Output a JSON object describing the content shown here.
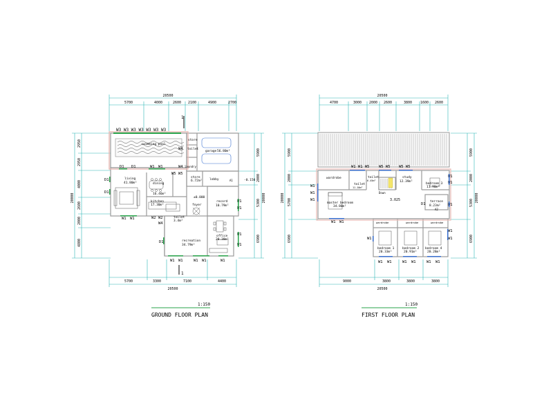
{
  "colors": {
    "dim": "#2bb6b6",
    "wall": "#9a9a9a",
    "fill": "#f4f4f4",
    "green": "#27a34a",
    "blue": "#3a70d0",
    "text": "#000000",
    "brick": "#e8b9b3"
  },
  "ground": {
    "title": "GROUND FLOOR PLAN",
    "scale": "1:150",
    "dims_top_total": "20500",
    "dims_top": [
      "5700",
      "4000",
      "2600",
      "2100",
      "4900",
      "2700"
    ],
    "dims_bottom": [
      "5700",
      "3300",
      "7100",
      "4400"
    ],
    "dims_bottom_total": "20500",
    "dims_left": [
      "2950",
      "2950",
      "4000",
      "2600",
      "2000",
      "4800"
    ],
    "dims_left_total": "20000",
    "dims_right": [
      "5900",
      "2000",
      "5300",
      "6900"
    ],
    "dims_right_total": "20000",
    "section_mark": "1",
    "windows_top": "W3 W3 W3 W3 W3 W3 W3",
    "swimming_pool": "swimming pool",
    "rooms": {
      "store_top": "store",
      "toilet": "toilet",
      "garage": "garage",
      "garage_area": "56.80m²",
      "living": "living",
      "living_area": "41.80m²",
      "dining": "dining",
      "dining_area": "16.46m²",
      "store_mid": "store",
      "store_mid_area": "6.72m²",
      "lobby": "lobby",
      "kitchen": "kitchen",
      "kitchen_area": "17.30m²",
      "foyer": "foyer",
      "record": "record",
      "record_area": "10.79m²",
      "toilet_small": "toilet",
      "toilet_small_area": "3.4m²",
      "office": "office",
      "office_area": "20.38m²",
      "recreation": "recreation",
      "recreation_area": "34.79m²"
    },
    "labels": {
      "w4_a": "W4",
      "w4_b": "W4",
      "w4_c": "W4",
      "laundry": "laundry",
      "w5w5": "W5 W5",
      "d1_a": "D1",
      "d1_b": "D1",
      "w1_a": "W1",
      "w1_b": "W1",
      "d1_left1": "D1",
      "d1_left2": "D1",
      "w1_bl1": "W1",
      "w1_bl2": "W1",
      "w2_a": "W2",
      "w2_b": "W2",
      "w1_r1": "W1",
      "w1_r2": "W1",
      "w1_r3": "W1",
      "w1_r4": "W1",
      "d1_rec": "D1",
      "w1_bot1": "W1",
      "w1_bot2": "W1",
      "w1_bot3": "W1",
      "w1_bot4": "W1",
      "w1_bot5": "W1",
      "level_0": "±0.000",
      "level_m015": "-0.150",
      "a1": "A1"
    }
  },
  "first": {
    "title": "FIRST FLOOR PLAN",
    "scale": "1:150",
    "dims_top_total": "20500",
    "dims_top": [
      "4700",
      "3000",
      "2000",
      "2600",
      "3800",
      "1600",
      "2600"
    ],
    "dims_bottom": [
      "9000",
      "3800",
      "3800",
      "3800"
    ],
    "dims_bottom_total": "20500",
    "dims_left": [
      "5900",
      "2000",
      "5700",
      "6900"
    ],
    "dims_left_total": "20000",
    "dims_right": [
      "5900",
      "2000",
      "5300",
      "6900"
    ],
    "dims_right_total": "20000",
    "rooms": {
      "wardrobe": "wardrobe",
      "toilet": "toilet",
      "toilet_area": "11.10m²",
      "toilet2": "toilet",
      "toilet2_area": "6.45m²",
      "study": "study",
      "study_area": "12.39m²",
      "bedroom3": "bedroom 3",
      "bedroom3_area": "11.90m²",
      "master": "master bedroom",
      "master_area": "34.80m²",
      "terrace": "terrace",
      "terrace_area": "8.23m²",
      "wardrobe_a": "wardrobe",
      "wardrobe_b": "wardrobe",
      "wardrobe_c": "wardrobe",
      "bedroom1": "bedroom 1",
      "bedroom1_area": "20.33m²",
      "bedroom2": "bedroom 2",
      "bedroom2_area": "20.91m²",
      "bedroom4": "bedroom 4",
      "bedroom4_area": "20.28m²"
    },
    "labels": {
      "windows_row1": "W1 W1 W5",
      "windows_row2": "W5 W5",
      "windows_row3": "W5 W5",
      "down": "Down",
      "level": "3.025",
      "d1": "D1",
      "a2": "A2",
      "w1_l1": "W1",
      "w1_l2": "W1",
      "w1_l3": "W1",
      "w1_r1": "W1",
      "w1_r2": "W1",
      "w1_r3": "W1",
      "w1_r4": "W1",
      "w1_r5": "W1",
      "w1_bot1": "W1",
      "w1_bot2": "W1",
      "w1_b1": "W1",
      "w1_b2": "W1",
      "w1_b3": "W1",
      "w1_b4": "W1",
      "w1_b5": "W1",
      "w1_b6": "W1",
      "w1_mid": "W1"
    }
  }
}
